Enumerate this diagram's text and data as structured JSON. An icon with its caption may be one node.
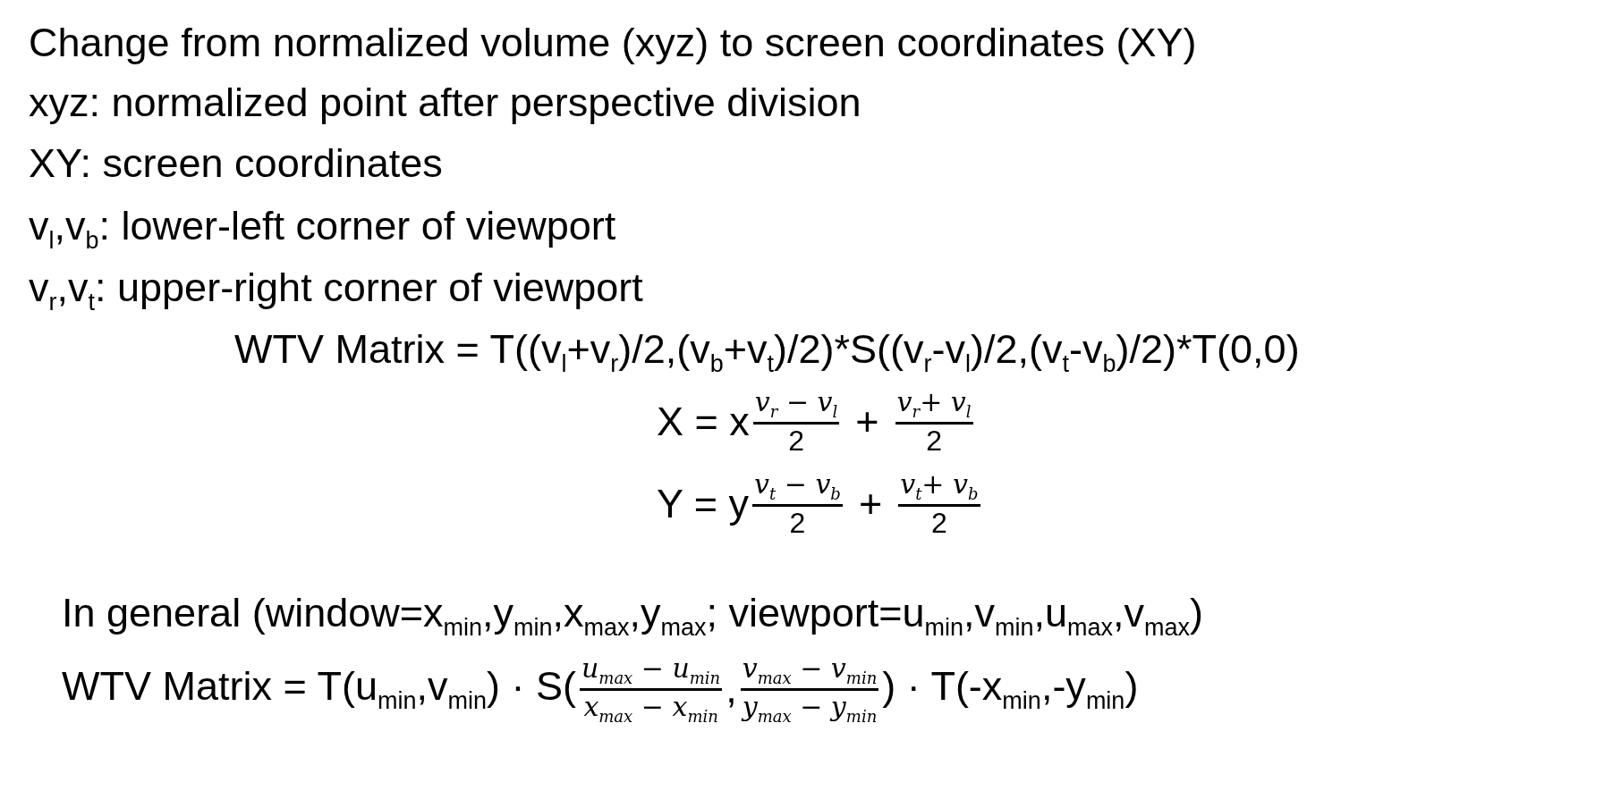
{
  "diagram": {
    "labels": [
      "Change from normalized volume (xyz) to screen coordinates (XY)",
      "xyz: normalized point after perspective division",
      "XY: screen coordinates",
      "v$_{l}$,v$_{b}$: lower-left corner of viewport",
      "v$_{r}$,v$_{t}$: upper-right corner of viewport",
      "WTV Matrix = T((v$_{l}$+v$_{r}$)/2,(v$_{b}$+v$_{t}$)/2)*S((v$_{r}$-v$_{l}$)/2,(v$_{t}$-v$_{b}$)/2)*T(0,0)",
      "X = x",
      "v$_{r}$ − v$_{l}$",
      "2",
      "+",
      "v$_{r}$+ v$_{l}$",
      "2",
      "Y = y",
      "v$_{t}$ − v$_{b}$",
      "2",
      "+",
      "v$_{t}$+ v$_{b}$",
      "2",
      "In general (window=x$_{min}$,y$_{min}$,x$_{max}$,y$_{max}$; viewport=u$_{min}$,v$_{min}$,u$_{max}$,v$_{max}$)",
      "WTV Matrix = T(u$_{min}$,v$_{min}$) · S(",
      "u$_{max}$ − u$_{min}$",
      "x$_{max}$ − x$_{min}$",
      ",",
      "v$_{max}$ − v$_{min}$",
      "y$_{max}$ − y$_{min}$",
      ") · T(-x$_{min}$,-y$_{min}$)"
    ]
  }
}
